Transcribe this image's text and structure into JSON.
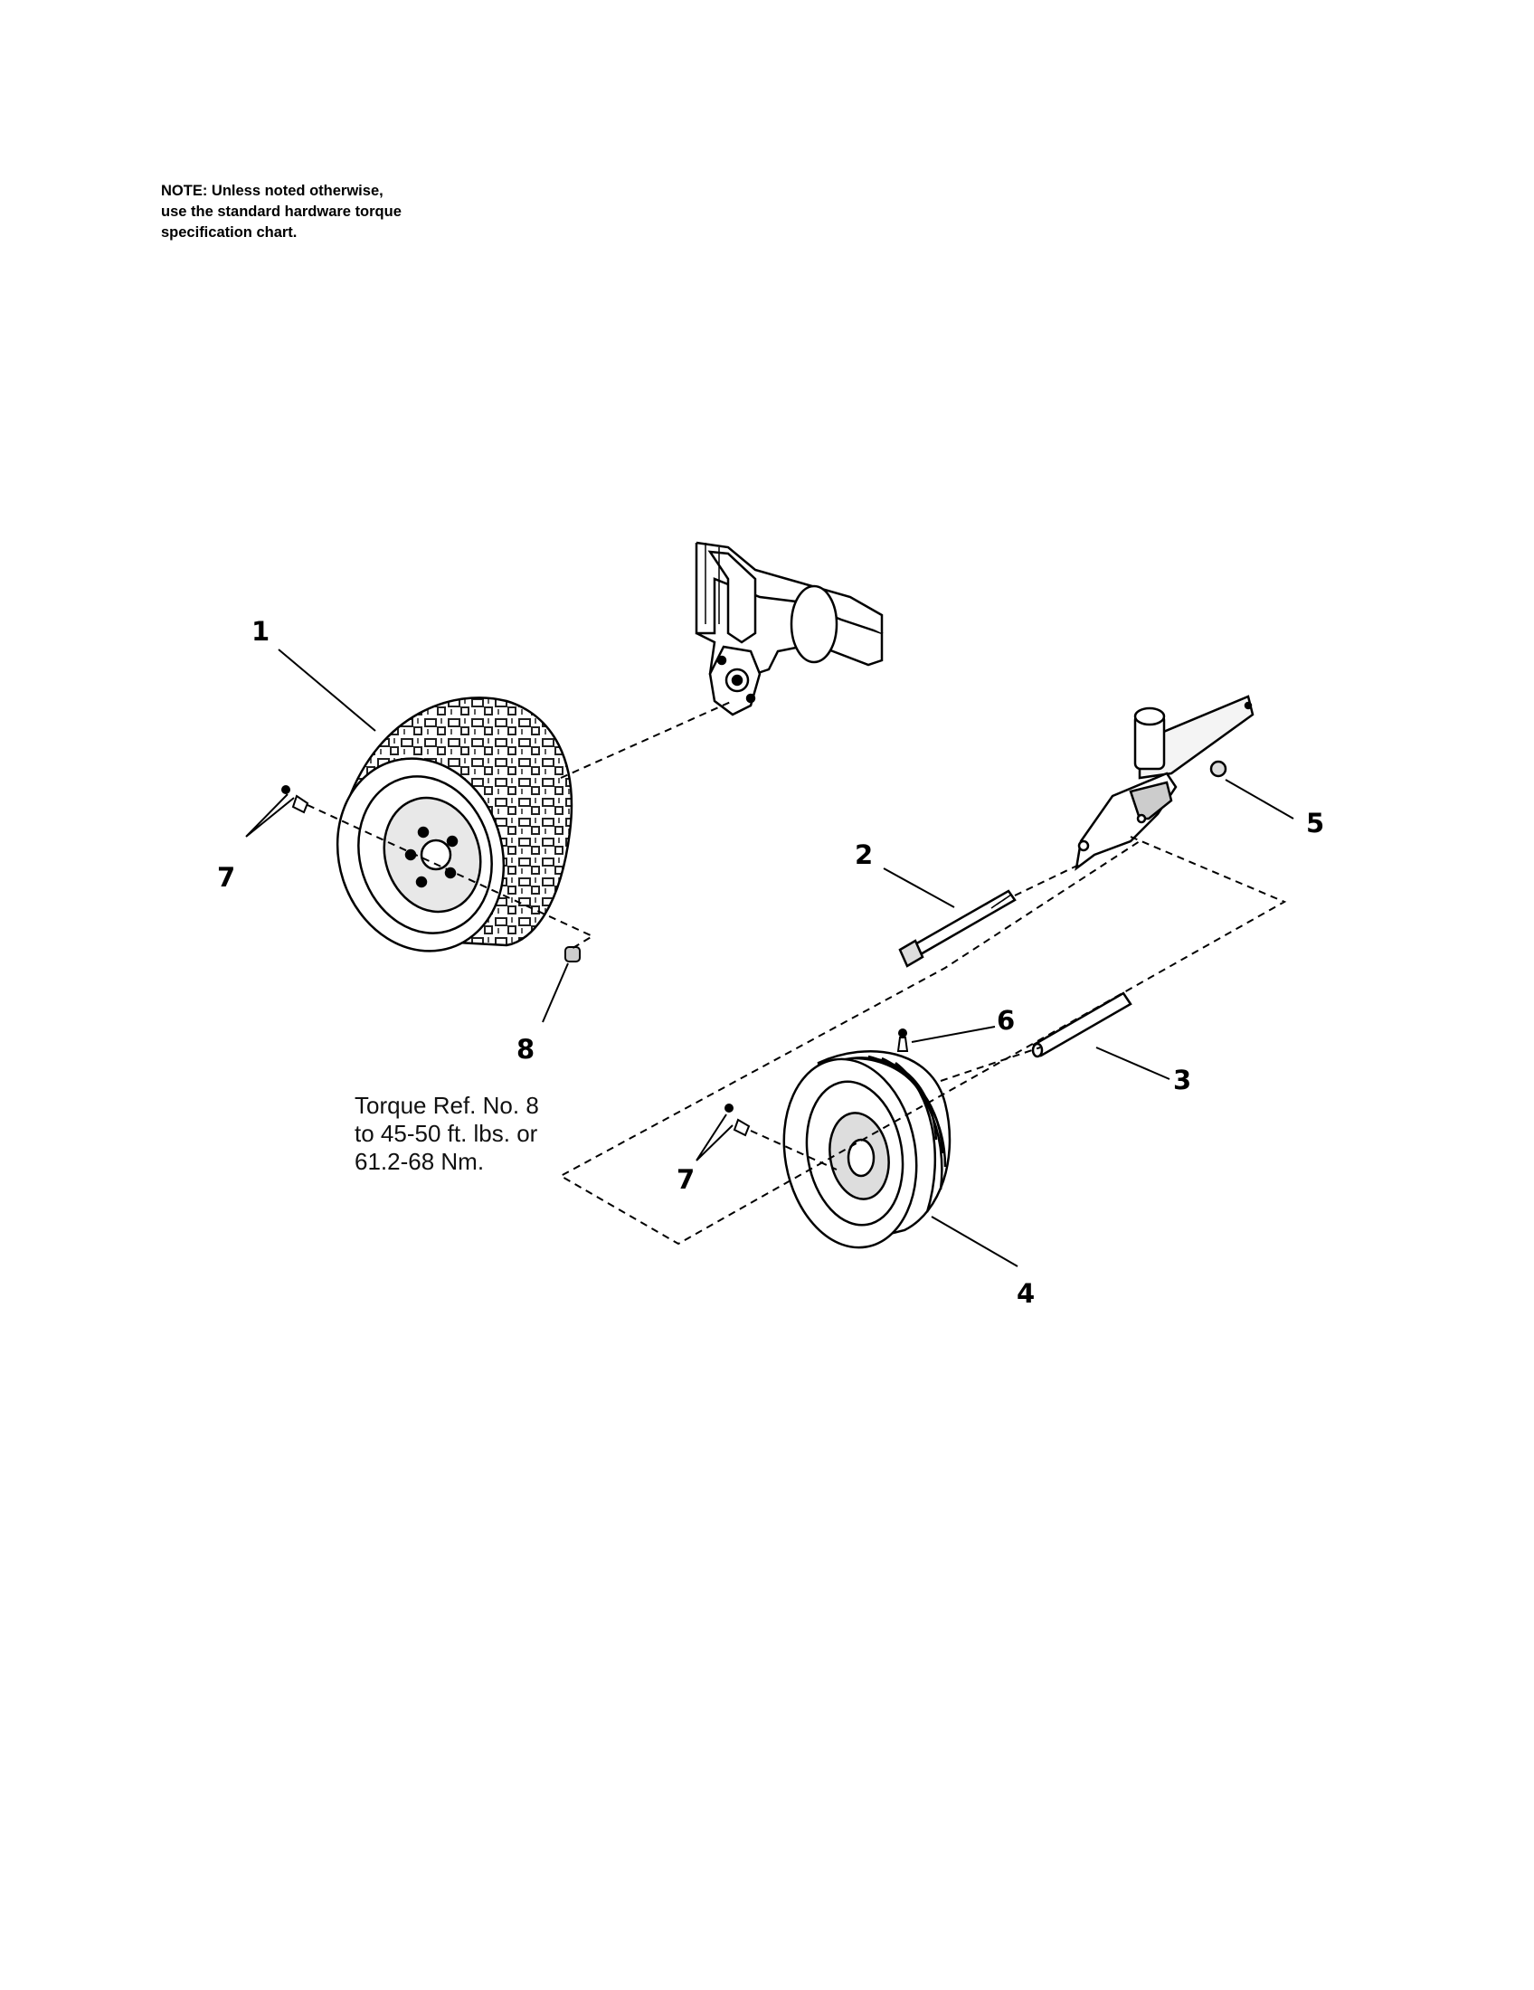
{
  "note": {
    "lines": [
      "NOTE: Unless noted otherwise,",
      "use the standard hardware torque",
      "specification chart."
    ]
  },
  "torque_note": {
    "lines": [
      "Torque Ref. No. 8",
      "to 45-50 ft. lbs. or",
      "61.2-68 Nm."
    ]
  },
  "callouts": {
    "c1": "1",
    "c2": "2",
    "c3": "3",
    "c4": "4",
    "c5": "5",
    "c6": "6",
    "c7a": "7",
    "c7b": "7",
    "c8": "8"
  },
  "colors": {
    "ink": "#000000",
    "paper": "#ffffff"
  }
}
